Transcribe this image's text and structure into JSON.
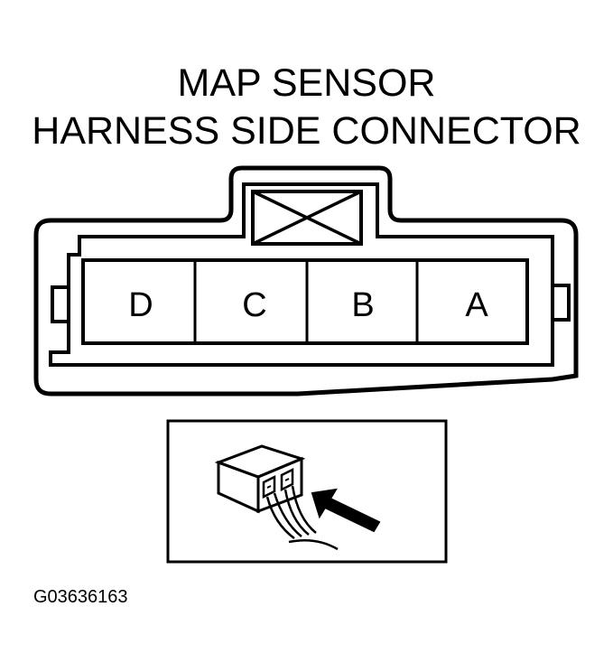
{
  "title_line1": "MAP SENSOR",
  "title_line2": "HARNESS SIDE CONNECTOR",
  "pins": [
    "D",
    "C",
    "B",
    "A"
  ],
  "figure_id": "G03636163",
  "colors": {
    "ink": "#000000",
    "paper": "#ffffff"
  },
  "icons": [
    "locking-tab-cross-icon",
    "probe-arrow-icon"
  ]
}
